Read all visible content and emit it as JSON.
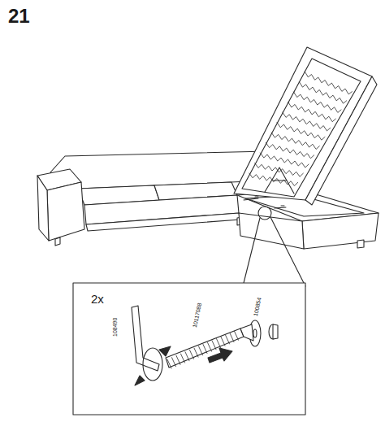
{
  "diagram": {
    "labels": [
      "21",
      "2x",
      "108490",
      "10117088",
      "100854"
    ]
  }
}
